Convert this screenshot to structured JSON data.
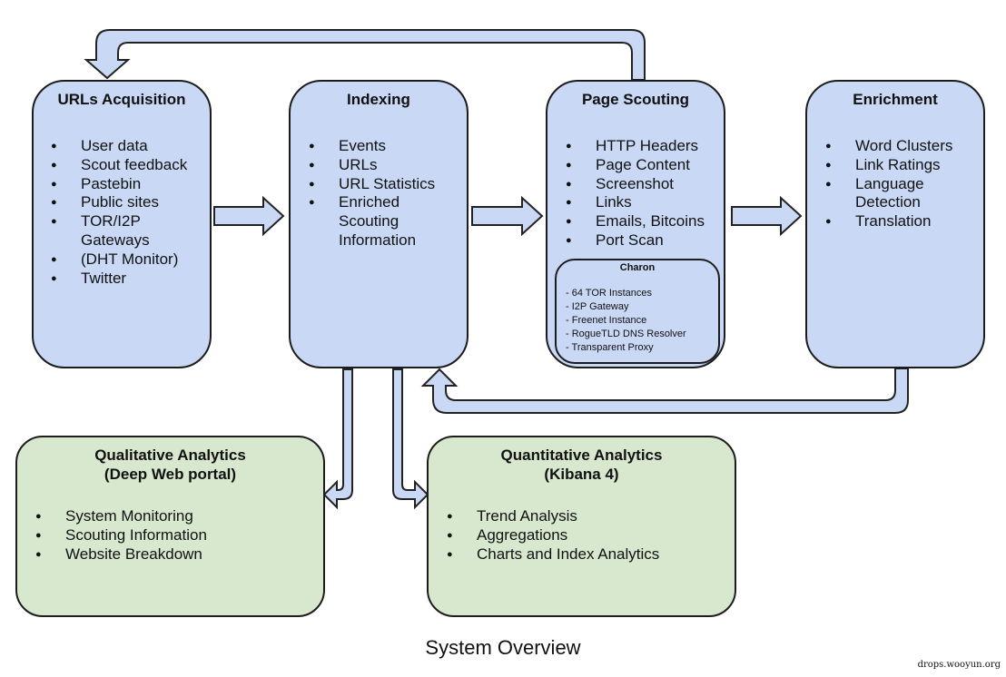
{
  "boxes": {
    "urls": {
      "title": "URLs Acquisition",
      "items": [
        "User data",
        "Scout feedback",
        "Pastebin",
        "Public sites",
        "TOR/I2P Gateways",
        "(DHT Monitor)",
        "Twitter"
      ]
    },
    "indexing": {
      "title": "Indexing",
      "items": [
        "Events",
        "URLs",
        "URL Statistics",
        "Enriched Scouting Information"
      ]
    },
    "scouting": {
      "title": "Page Scouting",
      "items": [
        "HTTP Headers",
        "Page Content",
        "Screenshot",
        "Links",
        "Emails, Bitcoins",
        "Port Scan"
      ]
    },
    "enrichment": {
      "title": "Enrichment",
      "items": [
        "Word Clusters",
        "Link Ratings",
        "Language Detection",
        "Translation"
      ]
    },
    "qualitative": {
      "title_line1": "Qualitative Analytics",
      "title_line2": "(Deep Web portal)",
      "items": [
        "System Monitoring",
        "Scouting Information",
        "Website Breakdown"
      ]
    },
    "quantitative": {
      "title_line1": "Quantitative Analytics",
      "title_line2": "(Kibana 4)",
      "items": [
        "Trend Analysis",
        "Aggregations",
        "Charts and Index Analytics"
      ]
    }
  },
  "charon": {
    "title": "Charon",
    "items": [
      "- 64 TOR Instances",
      "- I2P Gateway",
      "- Freenet Instance",
      "- RogueTLD DNS Resolver",
      "- Transparent Proxy"
    ]
  },
  "caption": "System Overview",
  "watermark": "drops.wooyun.org",
  "colors": {
    "process_box": "#c9d9f5",
    "analytics_box": "#d7e8cf",
    "border": "#1c1c1c",
    "arrow_fill": "#c9d9f5"
  }
}
